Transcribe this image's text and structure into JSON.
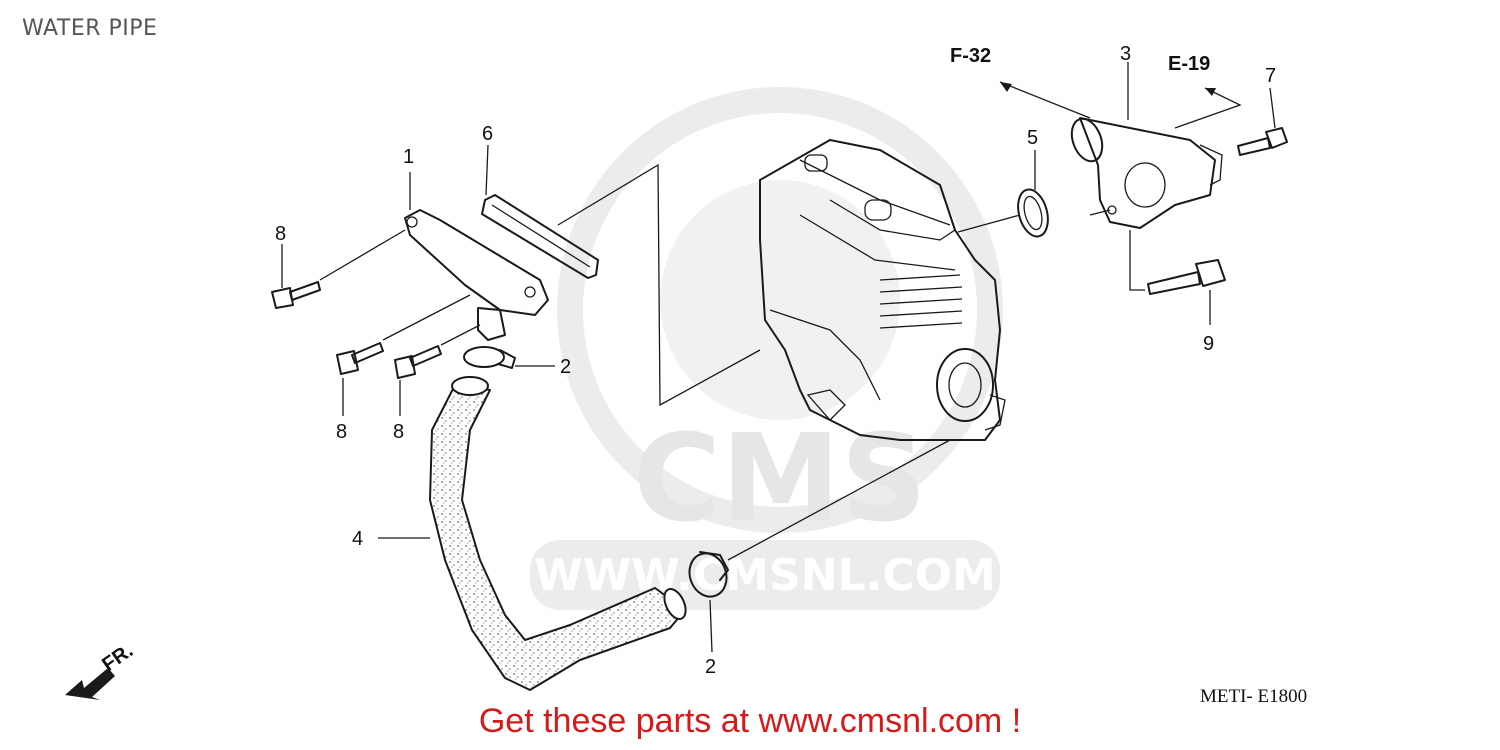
{
  "page": {
    "title": "WATER PIPE",
    "diagram_code": "METI- E1800",
    "banner": "Get these parts at www.cmsnl.com !"
  },
  "watermark": {
    "logo_text": "CMS",
    "url_text": "WWW.CMSNL.COM"
  },
  "references": {
    "f32": "F-32",
    "e19": "E-19",
    "front": "FR."
  },
  "callouts": {
    "c1": "1",
    "c2a": "2",
    "c2b": "2",
    "c3": "3",
    "c4": "4",
    "c5": "5",
    "c6": "6",
    "c7": "7",
    "c8a": "8",
    "c8b": "8",
    "c8c": "8",
    "c9": "9"
  }
}
